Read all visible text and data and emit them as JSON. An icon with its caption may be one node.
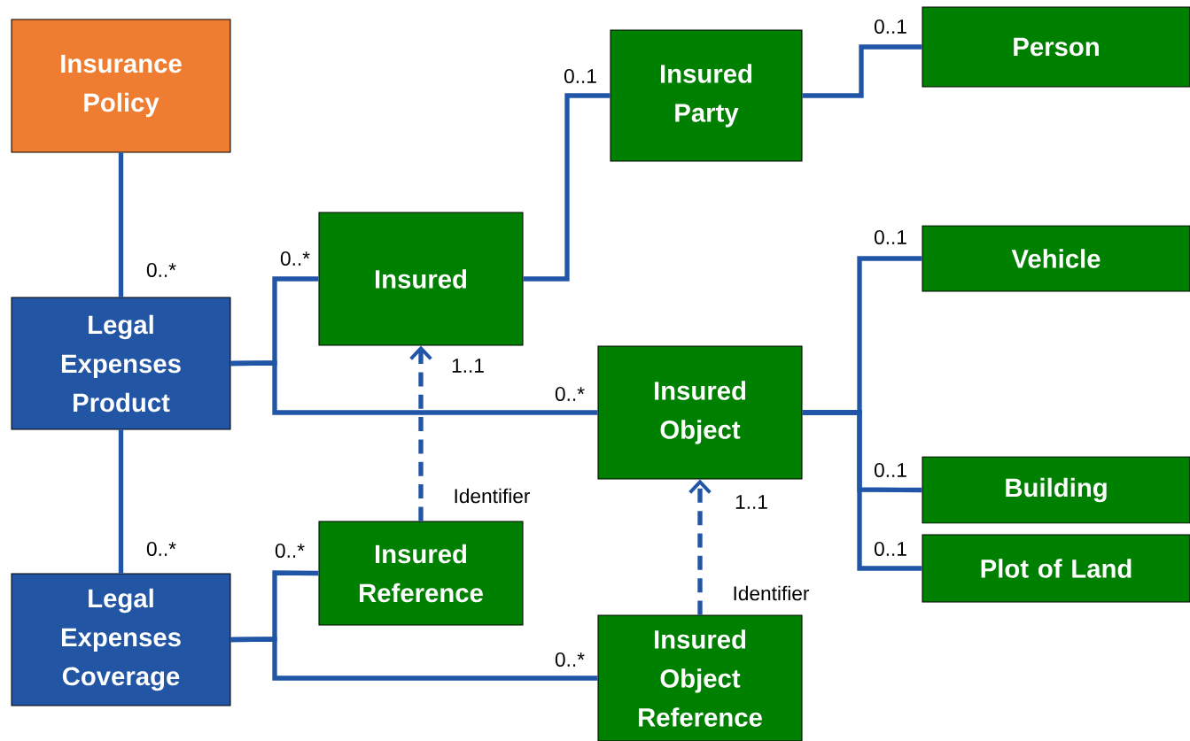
{
  "diagram": {
    "nodes": [
      {
        "text": [
          "Insurance Policy"
        ]
      },
      {
        "text": [
          "Legal Expenses Product"
        ]
      },
      {
        "text": [
          "Legal Expenses Coverage"
        ]
      },
      {
        "text": [
          "Insured"
        ]
      },
      {
        "text": [
          "Insured Party"
        ]
      },
      {
        "text": [
          "Person"
        ]
      },
      {
        "text": [
          "Vehicle"
        ]
      },
      {
        "text": [
          "Insured Object"
        ]
      },
      {
        "text": [
          "Building"
        ]
      },
      {
        "text": [
          "Plot of Land"
        ]
      },
      {
        "text": [
          "Insured Reference"
        ]
      },
      {
        "text": [
          "Insured Object Reference"
        ]
      }
    ],
    "edges": [
      {
        "from": 0,
        "to": 1,
        "arrow": "none",
        "label": "0..*"
      },
      {
        "from": 1,
        "to": 3,
        "arrow": "none",
        "label": "0..*"
      },
      {
        "from": 1,
        "to": 7,
        "arrow": "none",
        "label": "0..*"
      },
      {
        "from": 3,
        "to": 4,
        "arrow": "none",
        "label": "0..1"
      },
      {
        "from": 4,
        "to": 5,
        "arrow": "none",
        "label": "0..1"
      },
      {
        "from": 7,
        "to": 6,
        "arrow": "none",
        "label": "0..1"
      },
      {
        "from": 7,
        "to": 8,
        "arrow": "none",
        "label": "0..1"
      },
      {
        "from": 7,
        "to": 9,
        "arrow": "none",
        "label": "0..1"
      },
      {
        "from": 1,
        "to": 2,
        "arrow": "none",
        "label": "0..*"
      },
      {
        "from": 2,
        "to": 10,
        "arrow": "none",
        "label": "0..*"
      },
      {
        "from": 2,
        "to": 11,
        "arrow": "none",
        "label": "0..*"
      },
      {
        "from": 10,
        "to": 3,
        "arrow": "to",
        "style": "dashed",
        "label": "Identifier"
      },
      {
        "from": 11,
        "to": 7,
        "arrow": "to",
        "style": "dashed",
        "label": "Identifier"
      }
    ],
    "labels": [
      "1..1",
      "1..1"
    ]
  }
}
